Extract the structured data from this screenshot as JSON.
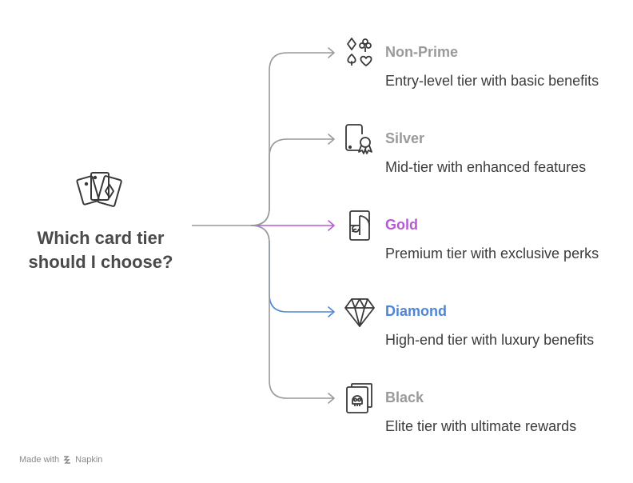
{
  "root": {
    "title_line1": "Which card tier",
    "title_line2": "should I choose?",
    "icon": "playing-cards-icon"
  },
  "branches": [
    {
      "title": "Non-Prime",
      "description": "Entry-level tier with basic benefits",
      "color": "#9a9a9a",
      "icon": "card-suits-icon"
    },
    {
      "title": "Silver",
      "description": "Mid-tier with enhanced features",
      "color": "#9a9a9a",
      "icon": "card-ribbon-icon"
    },
    {
      "title": "Gold",
      "description": "Premium tier with exclusive perks",
      "color": "#b65bd6",
      "icon": "card-spiral-icon"
    },
    {
      "title": "Diamond",
      "description": "High-end tier with luxury benefits",
      "color": "#4f86d6",
      "icon": "diamond-icon"
    },
    {
      "title": "Black",
      "description": "Elite tier with ultimate rewards",
      "color": "#9a9a9a",
      "icon": "skull-card-icon"
    }
  ],
  "footer": {
    "made_with": "Made with",
    "brand": "Napkin"
  }
}
